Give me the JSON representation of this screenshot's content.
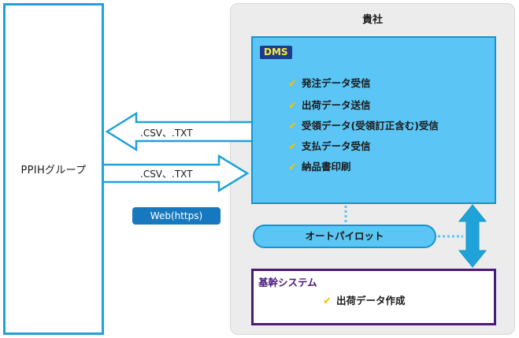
{
  "partner": {
    "label": "PPIHグループ"
  },
  "company": {
    "title": "貴社"
  },
  "dms": {
    "badge": "DMS",
    "items": [
      "発注データ受信",
      "出荷データ送信",
      "受領データ(受領訂正含む)受信",
      "支払データ受信",
      "納品書印刷"
    ]
  },
  "flows": {
    "to_partner_label": ".CSV、.TXT",
    "to_company_label": ".CSV、.TXT",
    "protocol": "Web(https)"
  },
  "autopilot": {
    "label": "オートパイロット"
  },
  "core_system": {
    "title": "基幹システム",
    "items": [
      "出荷データ作成"
    ]
  },
  "colors": {
    "accent_blue": "#1ea2d8",
    "dms_fill": "#5bc5f5",
    "core_border": "#4a1a7c",
    "check": "#f2c400",
    "web_badge": "#1678be",
    "dms_badge_bg": "#1d3d8c",
    "dms_badge_text": "#ffe83a"
  },
  "icons": {
    "check": "check-icon"
  }
}
